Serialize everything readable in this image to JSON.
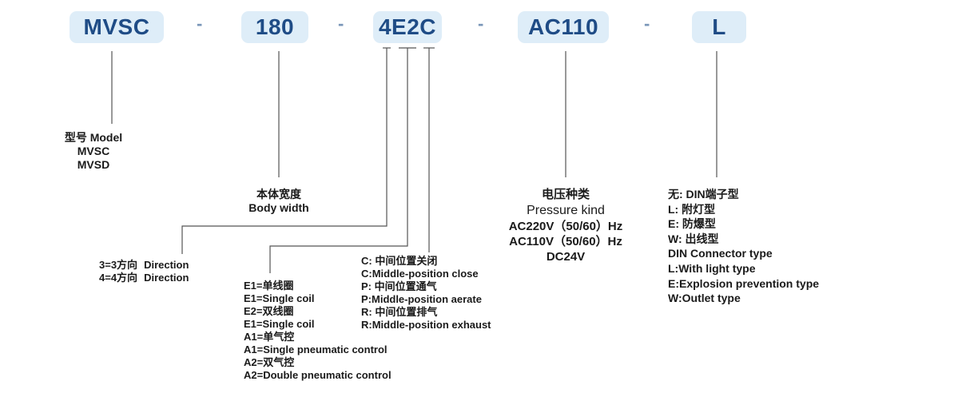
{
  "codes": {
    "model": "MVSC",
    "width": "180",
    "function": "4E2C",
    "voltage": "AC110",
    "connector": "L",
    "separator": "-"
  },
  "model_block": {
    "title": "型号 Model",
    "lines": [
      "MVSC",
      "MVSD"
    ]
  },
  "width_block": {
    "title_cn": "本体宽度",
    "title_en": "Body width"
  },
  "direction_block": {
    "rows": [
      {
        "code": "3=3方向",
        "label": "Direction"
      },
      {
        "code": "4=4方向",
        "label": "Direction"
      }
    ]
  },
  "coil_block": {
    "lines": [
      "E1=单线圈",
      "E1=Single coil",
      "E2=双线圈",
      "E1=Single coil",
      "A1=单气控",
      "A1=Single pneumatic control",
      "A2=双气控",
      "A2=Double pneumatic control"
    ]
  },
  "middle_block": {
    "lines": [
      "C: 中间位置关闭",
      "C:Middle-position close",
      "P: 中间位置通气",
      "P:Middle-position aerate",
      "R: 中间位置排气",
      "R:Middle-position exhaust"
    ]
  },
  "voltage_block": {
    "title_cn": "电压种类",
    "title_en": "Pressure kind",
    "lines": [
      "AC220V（50/60）Hz",
      "AC110V（50/60）Hz",
      "DC24V"
    ]
  },
  "connector_block": {
    "lines": [
      "无: DIN端子型",
      "L: 附灯型",
      "E: 防爆型",
      "W: 出线型",
      "DIN Connector type",
      "L:With light type",
      "E:Explosion prevention type",
      "W:Outlet type"
    ]
  }
}
